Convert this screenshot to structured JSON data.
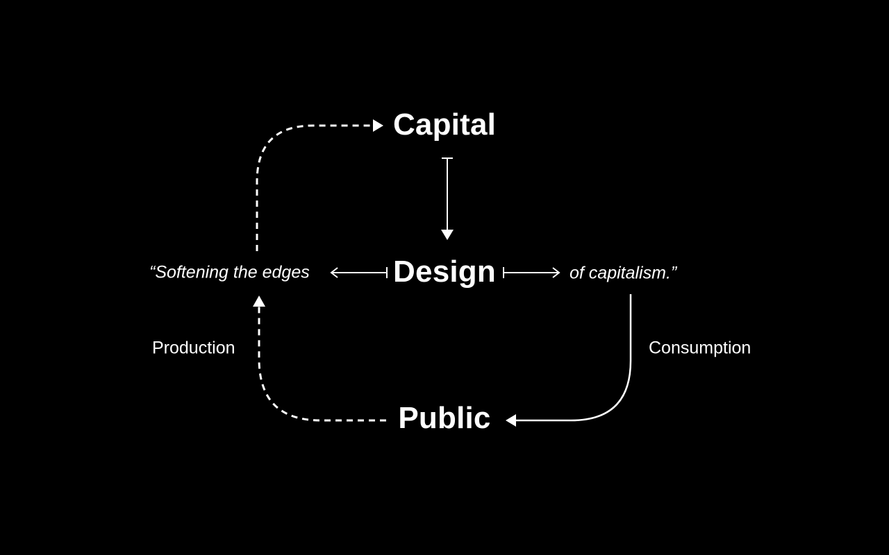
{
  "diagram": {
    "nodes": {
      "capital": "Capital",
      "design": "Design",
      "public": "Public"
    },
    "quote": {
      "left": "“Softening the edges",
      "right": "of capitalism.”"
    },
    "edge_labels": {
      "production": "Production",
      "consumption": "Consumption"
    }
  },
  "colors": {
    "background": "#000000",
    "foreground": "#ffffff"
  }
}
